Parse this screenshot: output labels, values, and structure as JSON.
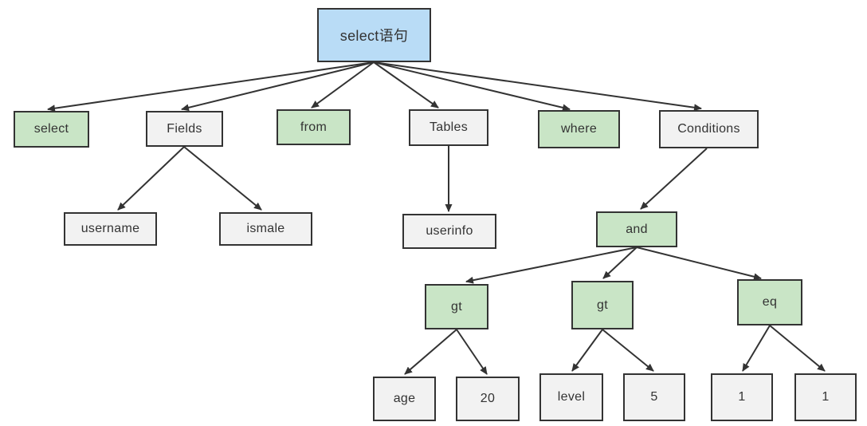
{
  "diagram": {
    "nodes": [
      {
        "id": "root",
        "label": "select语句",
        "kind": "root",
        "fill": "#b9dcf6"
      },
      {
        "id": "select",
        "label": "select",
        "kind": "keyword",
        "fill": "#c9e5c6"
      },
      {
        "id": "fields",
        "label": "Fields",
        "kind": "plain",
        "fill": "#f2f2f2"
      },
      {
        "id": "from",
        "label": "from",
        "kind": "keyword",
        "fill": "#c9e5c6"
      },
      {
        "id": "tables",
        "label": "Tables",
        "kind": "plain",
        "fill": "#f2f2f2"
      },
      {
        "id": "where",
        "label": "where",
        "kind": "keyword",
        "fill": "#c9e5c6"
      },
      {
        "id": "conditions",
        "label": "Conditions",
        "kind": "plain",
        "fill": "#f2f2f2"
      },
      {
        "id": "username",
        "label": "username",
        "kind": "plain",
        "fill": "#f2f2f2"
      },
      {
        "id": "ismale",
        "label": "ismale",
        "kind": "plain",
        "fill": "#f2f2f2"
      },
      {
        "id": "userinfo",
        "label": "userinfo",
        "kind": "plain",
        "fill": "#f2f2f2"
      },
      {
        "id": "and",
        "label": "and",
        "kind": "keyword",
        "fill": "#c9e5c6"
      },
      {
        "id": "gt1",
        "label": "gt",
        "kind": "keyword",
        "fill": "#c9e5c6"
      },
      {
        "id": "gt2",
        "label": "gt",
        "kind": "keyword",
        "fill": "#c9e5c6"
      },
      {
        "id": "eq",
        "label": "eq",
        "kind": "keyword",
        "fill": "#c9e5c6"
      },
      {
        "id": "age",
        "label": "age",
        "kind": "plain",
        "fill": "#f2f2f2"
      },
      {
        "id": "n20",
        "label": "20",
        "kind": "plain",
        "fill": "#f2f2f2"
      },
      {
        "id": "level",
        "label": "level",
        "kind": "plain",
        "fill": "#f2f2f2"
      },
      {
        "id": "n5",
        "label": "5",
        "kind": "plain",
        "fill": "#f2f2f2"
      },
      {
        "id": "n1a",
        "label": "1",
        "kind": "plain",
        "fill": "#f2f2f2"
      },
      {
        "id": "n1b",
        "label": "1",
        "kind": "plain",
        "fill": "#f2f2f2"
      }
    ],
    "edges": [
      [
        "root",
        "select"
      ],
      [
        "root",
        "fields"
      ],
      [
        "root",
        "from"
      ],
      [
        "root",
        "tables"
      ],
      [
        "root",
        "where"
      ],
      [
        "root",
        "conditions"
      ],
      [
        "fields",
        "username"
      ],
      [
        "fields",
        "ismale"
      ],
      [
        "tables",
        "userinfo"
      ],
      [
        "conditions",
        "and"
      ],
      [
        "and",
        "gt1"
      ],
      [
        "and",
        "gt2"
      ],
      [
        "and",
        "eq"
      ],
      [
        "gt1",
        "age"
      ],
      [
        "gt1",
        "n20"
      ],
      [
        "gt2",
        "level"
      ],
      [
        "gt2",
        "n5"
      ],
      [
        "eq",
        "n1a"
      ],
      [
        "eq",
        "n1b"
      ]
    ],
    "colors": {
      "root_fill": "#b9dcf6",
      "keyword_fill": "#c9e5c6",
      "plain_fill": "#f2f2f2",
      "border": "#333333",
      "line": "#333333",
      "text": "#333333",
      "background": "#ffffff"
    }
  }
}
